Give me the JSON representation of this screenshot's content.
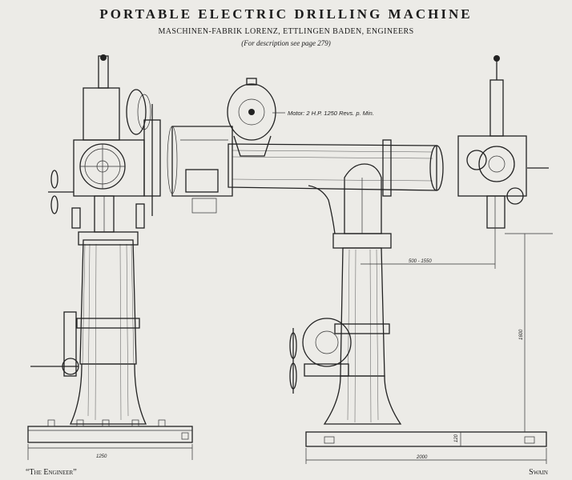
{
  "header": {
    "title": "PORTABLE ELECTRIC DRILLING MACHINE",
    "subtitle": "MASCHINEN-FABRIK LORENZ, ETTLINGEN BADEN, ENGINEERS",
    "description": "(For description see page 279)"
  },
  "annotations": {
    "motor_label": "Motor: 2 H.P. 1250 Revs. p. Min.",
    "dim_reach": "500 - 1550",
    "dim_height": "1600",
    "dim_base_left": "1250",
    "dim_base_right": "2000",
    "dim_base_small": "120"
  },
  "footer": {
    "left_credit": "“The Engineer”",
    "right_credit": "Swain"
  }
}
